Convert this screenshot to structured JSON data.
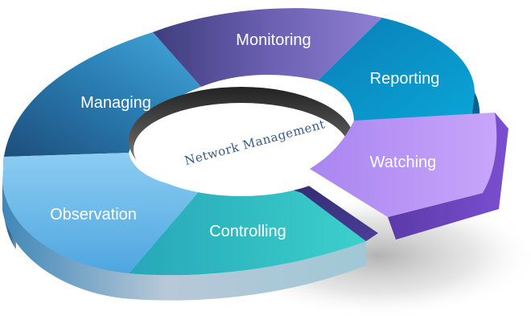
{
  "diagram": {
    "center_label": "Network Management",
    "segments": [
      {
        "key": "monitoring",
        "label": "Monitoring"
      },
      {
        "key": "reporting",
        "label": "Reporting"
      },
      {
        "key": "watching",
        "label": "Watching"
      },
      {
        "key": "controlling",
        "label": "Controlling"
      },
      {
        "key": "observation",
        "label": "Observation"
      },
      {
        "key": "managing",
        "label": "Managing"
      }
    ]
  },
  "colors": {
    "managing": "#1f6a96",
    "monitoring": "#5a4a9a",
    "reporting": "#0a95c8",
    "watching": "#b896f4",
    "controlling": "#22bcc0",
    "observation": "#5cb4e8"
  }
}
